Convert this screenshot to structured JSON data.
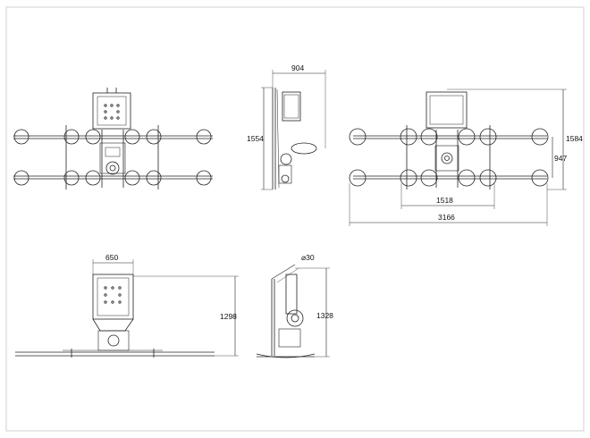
{
  "drawing": {
    "views": {
      "top_left": {
        "label": ""
      },
      "side_upper": {
        "dim_width": "904",
        "dim_height": "1554"
      },
      "top_right": {
        "dim_height_outer": "1584",
        "dim_height_inner": "947",
        "dim_inner_width": "1518",
        "dim_outer_width": "3166"
      },
      "front_lower": {
        "dim_width": "650",
        "dim_height": "1298"
      },
      "side_lower": {
        "dim_angle": "⌀30",
        "dim_height": "1328"
      }
    },
    "colors": {
      "line": "#222222",
      "frame": "#d0d0d0",
      "paper": "#ffffff"
    }
  }
}
